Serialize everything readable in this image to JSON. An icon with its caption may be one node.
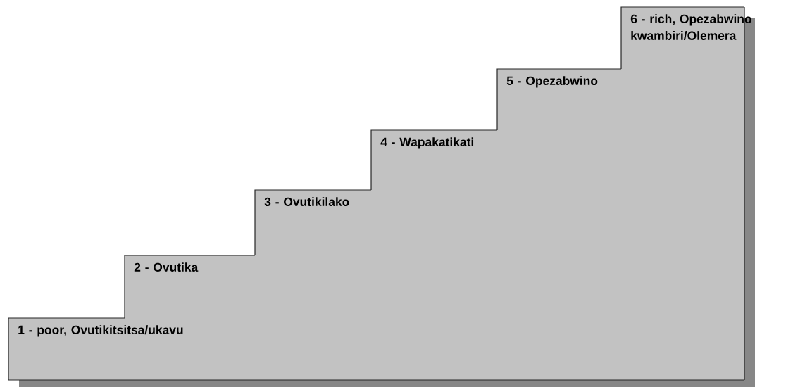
{
  "diagram": {
    "nodes": [
      {
        "text": [
          "1 - poor, Ovutikitsitsa/ukavu"
        ]
      },
      {
        "text": [
          "2 -  Ovutika"
        ]
      },
      {
        "text": [
          "3 - Ovutikilako"
        ]
      },
      {
        "text": [
          "4 - Wapakatikati"
        ]
      },
      {
        "text": [
          "5 - Opezabwino"
        ]
      },
      {
        "text": [
          "6 - rich, Opezabwino kwambiri/Olemera"
        ]
      }
    ]
  }
}
